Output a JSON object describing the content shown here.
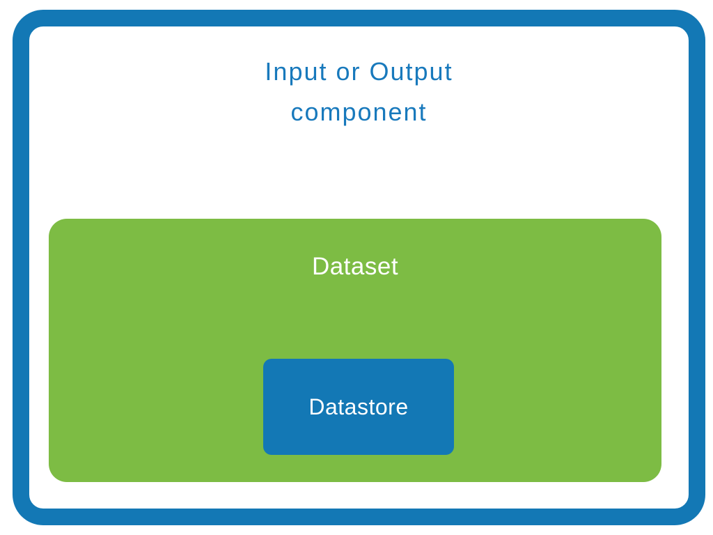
{
  "title": {
    "line1": "Input or Output",
    "line2": "component"
  },
  "dataset": {
    "label": "Dataset"
  },
  "datastore": {
    "label": "Datastore"
  },
  "colors": {
    "blue": "#1378b5",
    "green": "#7dbc44",
    "title_blue": "#1879bc",
    "label_white": "#ffffff"
  }
}
